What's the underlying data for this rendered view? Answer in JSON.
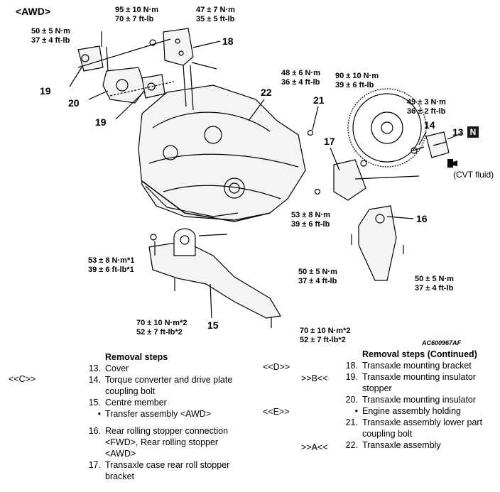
{
  "variant_label": "<AWD>",
  "torques": {
    "t95": [
      "95 ± 10 N·m",
      "70 ± 7 ft-lb"
    ],
    "t47": [
      "47 ± 7 N·m",
      "35 ± 5 ft-lb"
    ],
    "t50a": [
      "50 ± 5 N·m",
      "37 ± 4 ft-lb"
    ],
    "t48": [
      "48 ± 6 N·m",
      "36 ± 4 ft-lb"
    ],
    "t90": [
      "90 ± 10 N·m",
      "39 ± 6 ft-lb"
    ],
    "t49": [
      "49 ± 3 N·m",
      "36 ± 2 ft-lb"
    ],
    "t53a": [
      "53 ± 8 N·m",
      "39 ± 6 ft-lb"
    ],
    "t53b": [
      "53 ± 8 N·m*1",
      "39 ± 6 ft-lb*1"
    ],
    "t50b": [
      "50 ± 5 N·m",
      "37 ± 4 ft-lb"
    ],
    "t50c": [
      "50 ± 5 N·m",
      "37 ± 4 ft-lb"
    ],
    "t70a": [
      "70 ± 10 N·m*2",
      "52 ± 7 ft-lb*2"
    ],
    "t70b": [
      "70 ± 10 N·m*2",
      "52 ± 7 ft-lb*2"
    ]
  },
  "callouts": {
    "c18": "18",
    "c19a": "19",
    "c20": "20",
    "c19b": "19",
    "c22": "22",
    "c21": "21",
    "c17": "17",
    "c14": "14",
    "c13": "13",
    "c16": "16",
    "c15": "15"
  },
  "badge_n": "N",
  "cvt_fluid": "(CVT fluid)",
  "figure_ref": "AC600967AF",
  "removal": {
    "title_left": "Removal steps",
    "title_right": "Removal steps (Continued)",
    "left": [
      {
        "n": "13.",
        "t": "Cover"
      },
      {
        "n": "14.",
        "t": "Torque converter and drive plate coupling bolt"
      },
      {
        "n": "15.",
        "t": "Centre member"
      },
      {
        "n": "•",
        "t": "Transfer assembly <AWD>"
      },
      {
        "n": "16.",
        "t": "Rear rolling stopper connection <FWD>, Rear rolling stopper <AWD>"
      },
      {
        "n": "17.",
        "t": "Transaxle case rear roll stopper bracket"
      }
    ],
    "right": [
      {
        "n": "18.",
        "t": "Transaxle mounting bracket"
      },
      {
        "n": "19.",
        "t": "Transaxle mounting insulator stopper"
      },
      {
        "n": "20.",
        "t": "Transaxle mounting insulator"
      },
      {
        "n": "•",
        "t": "Engine assembly holding"
      },
      {
        "n": "21.",
        "t": "Transaxle assembly lower part coupling bolt"
      },
      {
        "n": "22.",
        "t": "Transaxle assembly"
      }
    ],
    "tags": {
      "C": "<<C>>",
      "D": "<<D>>",
      "B": ">>B<<",
      "E": "<<E>>",
      "A": ">>A<<"
    }
  }
}
